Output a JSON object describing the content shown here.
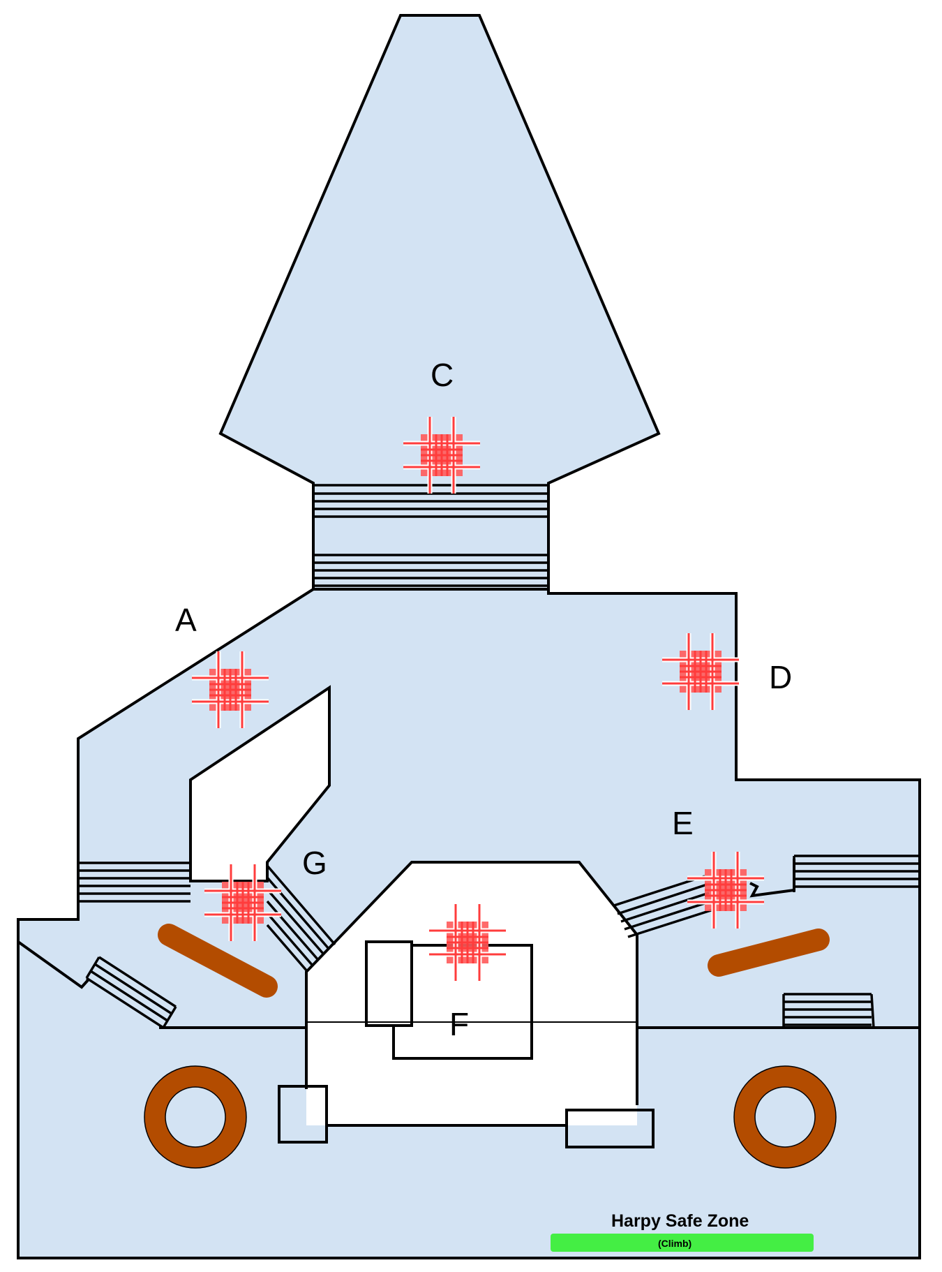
{
  "map": {
    "labels": {
      "a": "A",
      "c": "C",
      "d": "D",
      "e": "E",
      "f": "F",
      "g": "G"
    },
    "safe_zone": {
      "title": "Harpy Safe Zone",
      "subtitle": "(Climb)",
      "color": "#44ee44"
    },
    "colors": {
      "floor": "#d3e3f3",
      "marker": "#ff4444",
      "obstacle": "#b34c00"
    },
    "markers": [
      {
        "name": "marker-c",
        "icon": "red-cross-marker-icon"
      },
      {
        "name": "marker-a",
        "icon": "red-cross-marker-icon"
      },
      {
        "name": "marker-d",
        "icon": "red-cross-marker-icon"
      },
      {
        "name": "marker-g",
        "icon": "red-cross-marker-icon"
      },
      {
        "name": "marker-f",
        "icon": "red-cross-marker-icon"
      },
      {
        "name": "marker-e",
        "icon": "red-cross-marker-icon"
      }
    ]
  }
}
